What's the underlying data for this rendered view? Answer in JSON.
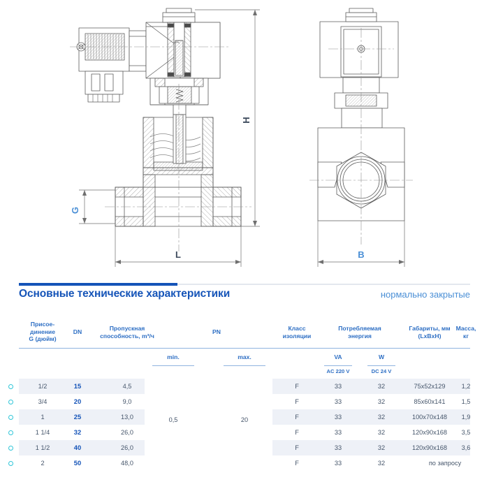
{
  "drawing": {
    "dimension_labels": {
      "height": "H",
      "length": "L",
      "port": "G",
      "width": "B"
    },
    "views": {
      "section_view": "valve-section-view",
      "front_view": "valve-front-view"
    },
    "accent_color": "#4a8fd6",
    "line_color": "#5b5b5b"
  },
  "spec": {
    "title": "Основные технические характеристики",
    "subtitle": "нормально закрытые",
    "accent_color": "#1554b8",
    "headers": {
      "connection": "Присое-\nдинение\nG (дюйм)",
      "connection_l1": "Присое-",
      "connection_l2": "динение",
      "connection_l3": "G (дюйм)",
      "dn": "DN",
      "flow_l1": "Пропускная",
      "flow_l2": "способность, m³/ч",
      "pn": "PN",
      "insulation_l1": "Класс",
      "insulation_l2": "изоляции",
      "power_l1": "Потребляемая",
      "power_l2": "энергия",
      "dims_l1": "Габариты, мм",
      "dims_l2": "(LxBxH)",
      "mass_l1": "Масса,",
      "mass_l2": "кг"
    },
    "subheaders": {
      "min": "min.",
      "max": "max.",
      "va": "VA",
      "w": "W",
      "va_unit": "AC 220 V",
      "w_unit": "DC 24 V"
    },
    "pn_merged": {
      "min": "0,5",
      "max": "20"
    },
    "rows": [
      {
        "connection": "1/2",
        "dn": "15",
        "flow": "4,5",
        "insulation": "F",
        "va": "33",
        "w": "32",
        "dims": "75x52x129",
        "mass": "1,2"
      },
      {
        "connection": "3/4",
        "dn": "20",
        "flow": "9,0",
        "insulation": "F",
        "va": "33",
        "w": "32",
        "dims": "85x60x141",
        "mass": "1,5"
      },
      {
        "connection": "1",
        "dn": "25",
        "flow": "13,0",
        "insulation": "F",
        "va": "33",
        "w": "32",
        "dims": "100x70x148",
        "mass": "1,9"
      },
      {
        "connection": "1 1/4",
        "dn": "32",
        "flow": "26,0",
        "insulation": "F",
        "va": "33",
        "w": "32",
        "dims": "120x90x168",
        "mass": "3,5"
      },
      {
        "connection": "1 1/2",
        "dn": "40",
        "flow": "26,0",
        "insulation": "F",
        "va": "33",
        "w": "32",
        "dims": "120x90x168",
        "mass": "3,6"
      },
      {
        "connection": "2",
        "dn": "50",
        "flow": "48,0",
        "insulation": "F",
        "va": "33",
        "w": "32",
        "dims": "по запросу",
        "mass": ""
      }
    ]
  }
}
